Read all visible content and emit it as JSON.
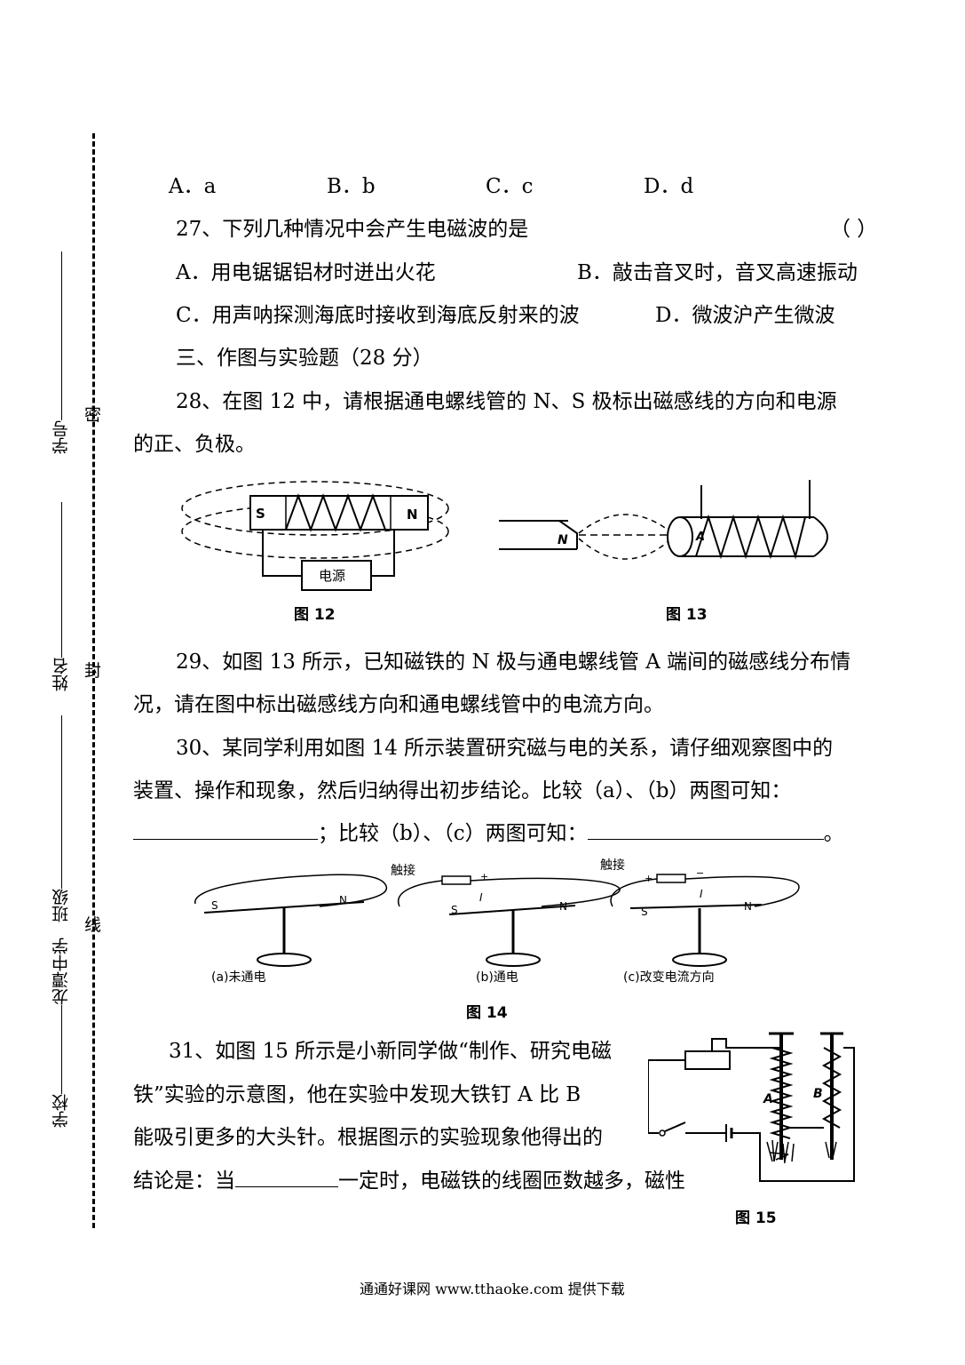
{
  "margin": {
    "labels": [
      "学号",
      "姓名",
      "班级",
      "龙潭中学",
      "学校"
    ],
    "seal": [
      "密",
      "封",
      "线"
    ]
  },
  "q26": {
    "options": [
      "A．a",
      "B．b",
      "C．c",
      "D．d"
    ]
  },
  "q27": {
    "stem": "27、下列几种情况中会产生电磁波的是",
    "bracket": "（    ）",
    "a": "A．用电锯锯铝材时迸出火花",
    "b": "B．敲击音叉时，音叉高速振动",
    "c": "C．用声呐探测海底时接收到海底反射来的波",
    "d": "D．微波沪产生微波"
  },
  "section3": "三、作图与实验题（28 分）",
  "q28": {
    "line1": "28、在图 12 中，请根据通电螺线管的 N、S 极标出磁感线的方向和电源",
    "line2": "的正、负极。"
  },
  "fig12": {
    "s": "S",
    "n": "N",
    "source": "电源",
    "caption": "图 12"
  },
  "fig13": {
    "n": "N",
    "a": "A",
    "caption": "图 13"
  },
  "q29": {
    "line1": "29、如图 13 所示，已知磁铁的 N 极与通电螺线管 A 端间的磁感线分布情",
    "line2": "况，请在图中标出磁感线方向和通电螺线管中的电流方向。"
  },
  "q30": {
    "line1": "30、某同学利用如图 14 所示装置研究磁与电的关系，请仔细观察图中的",
    "line2": "装置、操作和现象，然后归纳得出初步结论。比较（a）、（b）两图可知：",
    "line3_mid": "；比较（b）、（c）两图可知：",
    "line3_end": "。"
  },
  "fig14": {
    "touch": "触接",
    "s": "S",
    "n": "N",
    "i": "I",
    "plus": "+",
    "minus": "−",
    "label_a": "(a)未通电",
    "label_b": "(b)通电",
    "label_c": "(c)改变电流方向",
    "caption": "图 14"
  },
  "q31": {
    "line1": "31、如图 15 所示是小新同学做“制作、研究电磁",
    "line2": "铁”实验的示意图，他在实验中发现大铁钉 A 比 B",
    "line3": "能吸引更多的大头针。根据图示的实验现象他得出的",
    "line4_pre": "结论是：当",
    "line4_post": "一定时，电磁铁的线圈匝数越多，磁性"
  },
  "fig15": {
    "a": "A",
    "b": "B",
    "caption": "图 15"
  },
  "footer": "通通好课网  www.tthaoke.com  提供下载"
}
